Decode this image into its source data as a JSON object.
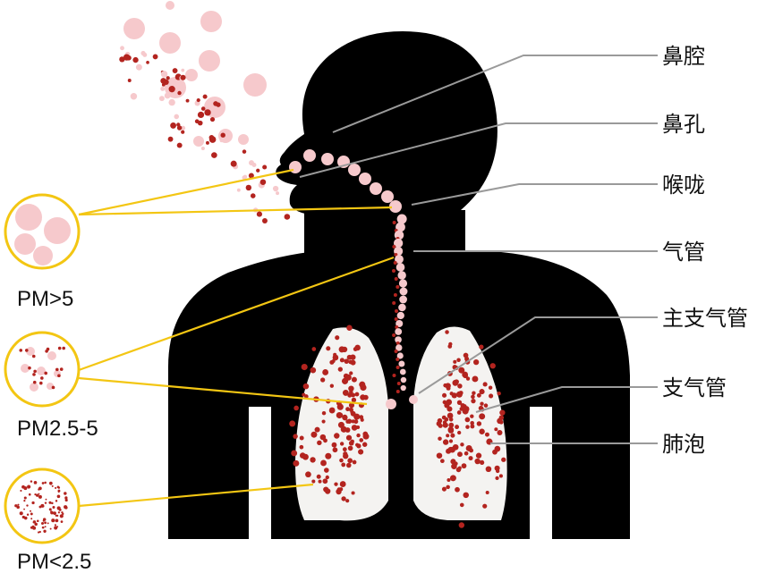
{
  "labels": {
    "nasal_cavity": "鼻腔",
    "nostril": "鼻孔",
    "throat": "喉咙",
    "trachea": "气管",
    "main_bronchus": "主支气管",
    "bronchus": "支气管",
    "alveoli": "肺泡"
  },
  "particles": {
    "large": "PM>5",
    "medium": "PM2.5-5",
    "small": "PM<2.5"
  },
  "colors": {
    "silhouette": "#000000",
    "lung": "#f4f3f1",
    "particle_large": "#f6c9cc",
    "particle_dot": "#b3241f",
    "pointer_gray": "#9a9a9a",
    "pointer_yellow": "#f3c613"
  }
}
